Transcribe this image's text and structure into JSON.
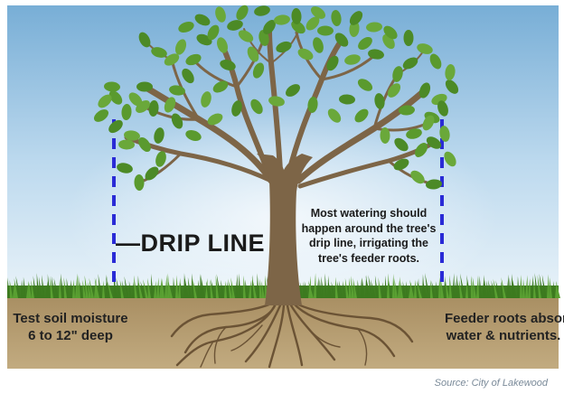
{
  "drip_line_label": "—DRIP LINE",
  "watering_note": [
    "Most watering should",
    "happen around the tree's",
    "drip line, irrigating the",
    "tree's feeder roots."
  ],
  "soil_moisture_note": [
    "Test soil moisture",
    "6 to 12\" deep"
  ],
  "feeder_roots_note": [
    "Feeder roots absorb",
    "water & nutrients."
  ],
  "source": "Source: City of Lakewood",
  "colors": {
    "sky_top": "#7fb2d9",
    "sky_bottom": "#dfeef7",
    "grass": "#4f8f2a",
    "soil": "#b59b6f",
    "trunk": "#7d6547",
    "leaf": "#5f9b2f",
    "drip_line": "#2a2bd6"
  },
  "icons": [
    "tree-illustration",
    "grass-strip",
    "root-system"
  ]
}
